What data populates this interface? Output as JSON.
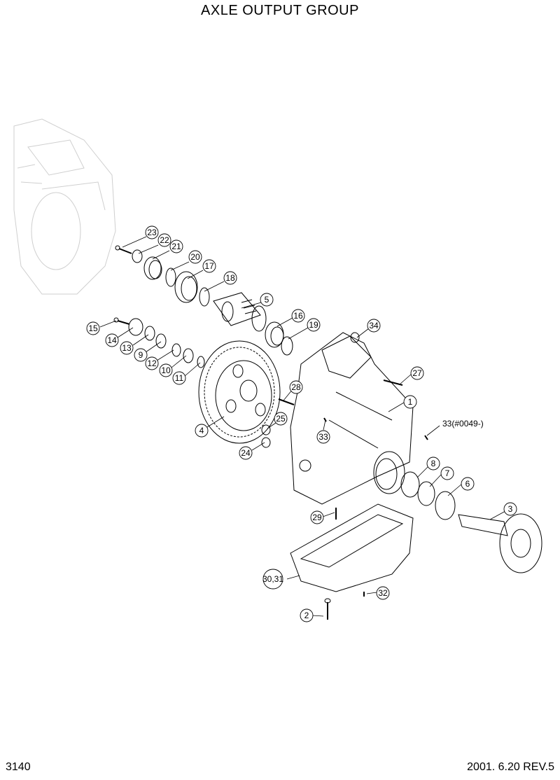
{
  "title": "AXLE OUTPUT GROUP",
  "page_number": "3140",
  "revision": "2001. 6.20 REV.5",
  "callouts": {
    "c1": "1",
    "c2": "2",
    "c3": "3",
    "c4": "4",
    "c5": "5",
    "c6": "6",
    "c7": "7",
    "c8": "8",
    "c9": "9",
    "c10": "10",
    "c11": "11",
    "c12": "12",
    "c13": "13",
    "c14": "14",
    "c15": "15",
    "c16": "16",
    "c17": "17",
    "c18": "18",
    "c19": "19",
    "c20": "20",
    "c21": "21",
    "c22": "22",
    "c23": "23",
    "c24": "24",
    "c25": "25",
    "c27": "27",
    "c28": "28",
    "c29": "29",
    "c30_31": "30,31",
    "c32": "32",
    "c33": "33",
    "c33b": "33(#0049-)",
    "c34": "34"
  }
}
